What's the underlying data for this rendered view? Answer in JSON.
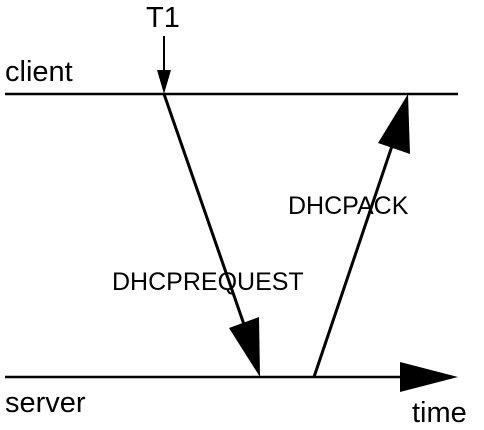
{
  "labels": {
    "marker": "T1",
    "top_line": "client",
    "bottom_line": "server",
    "time_axis": "time",
    "message_down": "DHCPREQUEST",
    "message_up": "DHCPACK"
  },
  "colors": {
    "line": "#000000",
    "background": "#ffffff"
  }
}
